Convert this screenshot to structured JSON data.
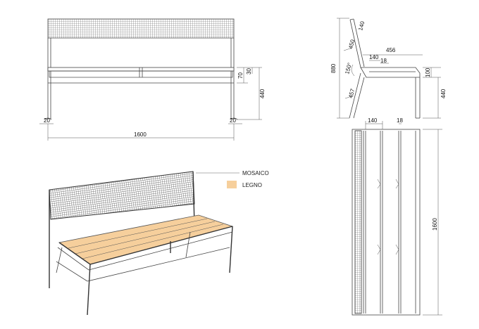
{
  "front_view": {
    "width_label": "1600",
    "foot_left_label": "20",
    "foot_right_label": "20",
    "rail_height_label": "70",
    "rail_offset_label": "30",
    "seat_height_label": "440"
  },
  "side_view": {
    "total_height_label": "880",
    "top_label": "140",
    "back_length_label": "450",
    "depth_label": "456",
    "slat_label": "140",
    "gap_label": "18",
    "angle_label": "150°",
    "seat_thickness_label": "100",
    "lower_length_label": "457",
    "seat_height_label": "440"
  },
  "top_view": {
    "slat_label": "140",
    "gap_label": "18",
    "length_label": "1600"
  },
  "legend": {
    "items": [
      {
        "label": "MOSAICO",
        "color": "#555555"
      },
      {
        "label": "LEGNO",
        "color": "#f6cf9c"
      }
    ]
  },
  "colors": {
    "wood": "#f6cf9c",
    "mesh": "#6a6a6a",
    "line": "#444444"
  }
}
